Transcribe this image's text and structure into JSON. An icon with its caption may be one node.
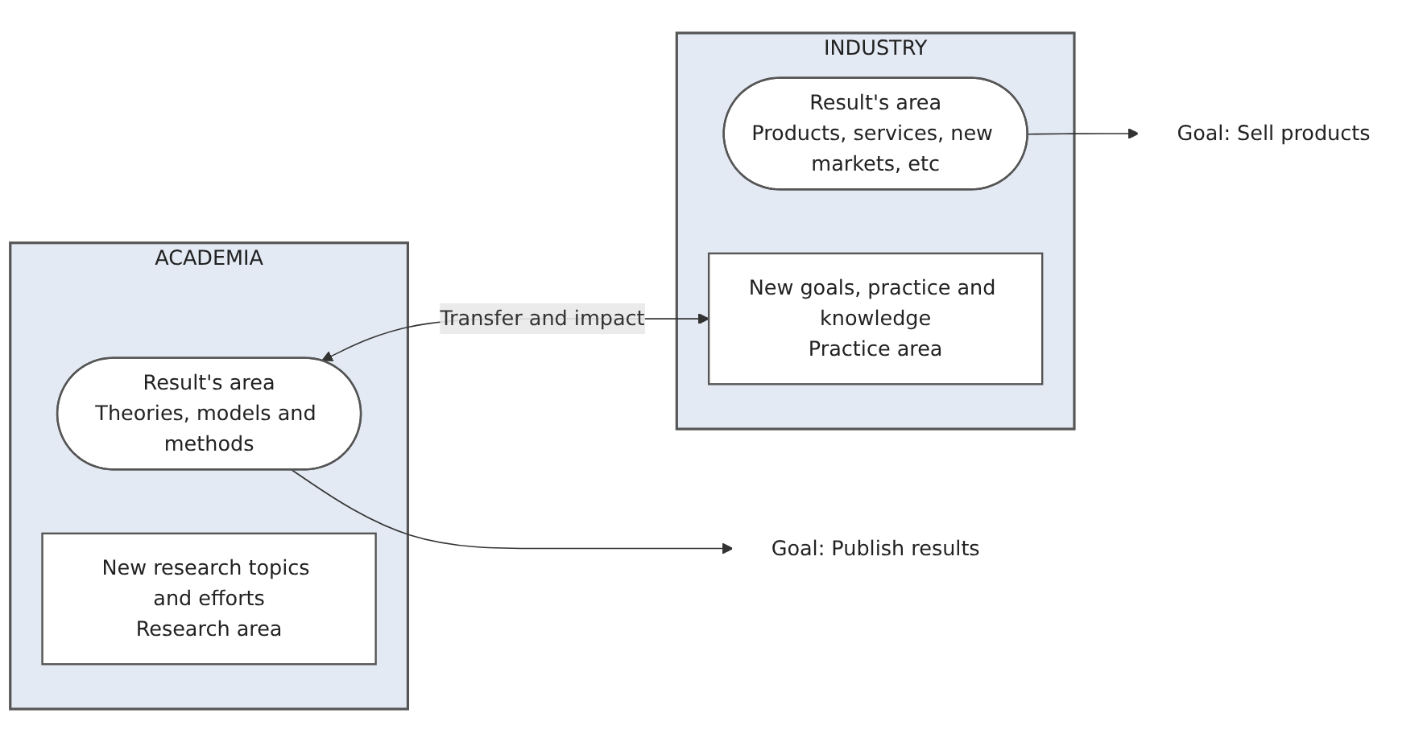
{
  "diagram": {
    "nodes": [
      {
        "text": [
          "ACADEMIA"
        ]
      },
      {
        "text": [
          "Result's area",
          "Theories, models and methods"
        ],
        "in": 0
      },
      {
        "text": [
          "New research topics and efforts",
          "Research area"
        ],
        "in": 0
      },
      {
        "text": [
          "INDUSTRY"
        ]
      },
      {
        "text": [
          "Result's area",
          "Products, services, new markets, etc"
        ],
        "in": 3
      },
      {
        "text": [
          "New goals, practice and knowledge",
          "Practice area"
        ],
        "in": 3
      },
      {
        "text": [
          "Goal: Publish results"
        ]
      },
      {
        "text": [
          "Goal: Sell products"
        ]
      }
    ],
    "edges": [
      {
        "from": 1,
        "to": 6,
        "arrow": "to"
      },
      {
        "from": 4,
        "to": 7,
        "arrow": "to"
      },
      {
        "from": 1,
        "to": 5,
        "arrow": "both",
        "label": "Transfer and impact"
      }
    ]
  }
}
